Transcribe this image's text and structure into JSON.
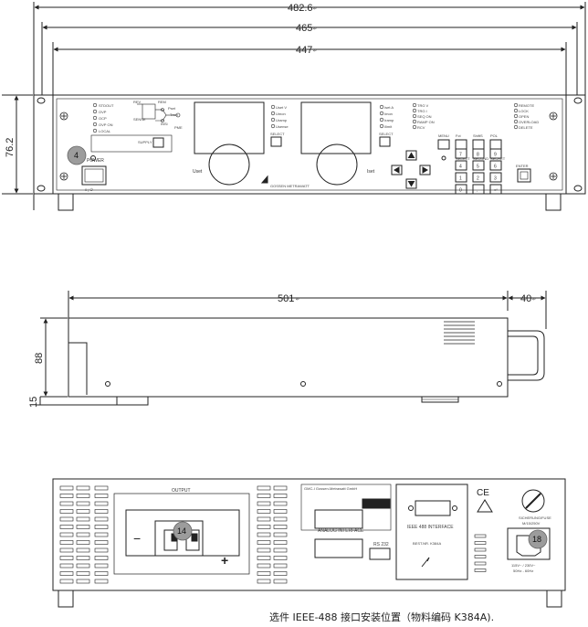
{
  "dimensions": {
    "width_overall": "482.6",
    "width_mounting": "465",
    "width_inner": "447",
    "height_front": "76.2",
    "depth": "501",
    "handle_depth": "40",
    "height_side": "88",
    "foot_height": "15",
    "mark": "↵"
  },
  "front_panel": {
    "callout": "4",
    "power_label": "POWER",
    "power_marks": "0  | ⏻",
    "uset_label": "Uset",
    "iset_label": "Iset",
    "brand": "GOSSEN METRAWATT",
    "select_u": "SELECT",
    "select_i": "SELECT",
    "supply_label": "SUPPLY",
    "status_left": [
      "STDOUT",
      "OVP",
      "OCP",
      "OVP ON",
      "LOCAL"
    ],
    "mode_labels": [
      "REV",
      "REM",
      "SENSE",
      "Pset",
      "Tmin",
      "INSi",
      "PME"
    ],
    "u_meter_items": [
      "Uset V",
      "Umon",
      "Uramp",
      "Usense"
    ],
    "i_meter_items": [
      "Iset A",
      "Imon",
      "Iramp",
      "Ilimit"
    ],
    "mid_status": [
      "TRG V",
      "TRG I",
      "SEQ ON",
      "RAMP ON",
      "RCV"
    ],
    "right_status": [
      "REMOTE",
      "LOCK",
      "OPEN",
      "OVERLOAD",
      "DELETE"
    ],
    "key_headers": [
      "MENU",
      "Fct",
      "ShiftS",
      "POL"
    ],
    "keypad": [
      "7",
      "8",
      "9",
      "4",
      "5",
      "6",
      "1",
      "2",
      "3",
      "0",
      ".",
      "↵"
    ],
    "keypad_sub": [
      "SELECT",
      "SECOND",
      "SECRET"
    ],
    "enter_label": "ENTER"
  },
  "rear_panel": {
    "output_label": "OUTPUT",
    "output_callout": "14",
    "minus": "−",
    "plus": "+",
    "analog_label": "ANALOG INTERFACE",
    "rs232_label": "RS 232",
    "ieee_label": "IEEE 488 INTERFACE",
    "ieee_sub": "BEST.NR. K384A",
    "company": "GMC-I Gossen-Metrawatt GmbH",
    "fuse_label": "SICHERUNG/FUSE",
    "fuse_value": "M/15/250V",
    "mains_callout": "18",
    "mains_v": "115V~ / 230V~",
    "mains_hz": "50Hz - 60Hz",
    "ce": "CE"
  },
  "caption": "选件 IEEE-488 接口安装位置（物料编码 K384A)."
}
